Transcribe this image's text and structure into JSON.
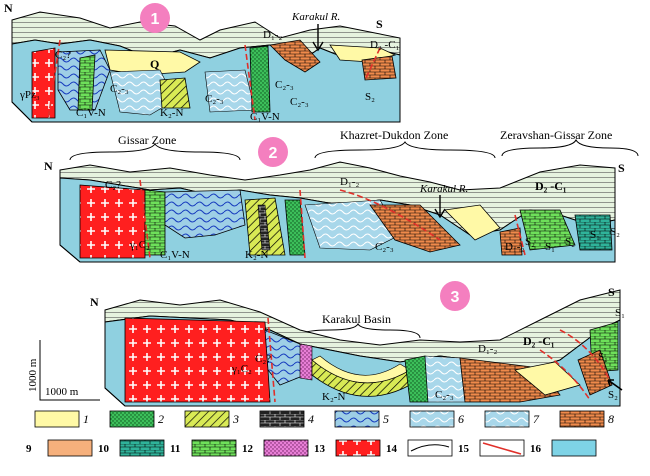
{
  "profiles": [
    {
      "badge": "1",
      "north": "N",
      "south": "S",
      "river": "Karakul R.",
      "labels": [
        "C₂?",
        "Q",
        "D₁-₂",
        "D₂ -C₁",
        "γPz₃",
        "C₂-₃",
        "C₁V-N",
        "K₂-N",
        "C₂-₃",
        "C₂-₃",
        "C₁V-N",
        "C₂-₃",
        "S₂"
      ]
    },
    {
      "badge": "2",
      "north": "N",
      "south": "S",
      "river": "Karakul R.",
      "zones": [
        "Gissar Zone",
        "Khazret-Dukdon Zone",
        "Zeravshan-Gissar Zone"
      ],
      "labels": [
        "C₂?",
        "γ₁C₂",
        "C₁V-N",
        "K₂-N",
        "D₁-₂",
        "C₂-₃",
        "D₁-₂",
        "D₂ -C₁",
        "S₂",
        "S₁",
        "S₂",
        "S₁",
        "S₂"
      ]
    },
    {
      "badge": "3",
      "north": "N",
      "south": "S",
      "basin": "Karakul Basin",
      "labels": [
        "γ₁C₂",
        "C₂?",
        "K₂-N",
        "C₂-₃",
        "D₁-₂",
        "D₂ -C₁",
        "S₁",
        "S₂",
        "S₁"
      ]
    }
  ],
  "scale": {
    "vertical": "1000 m",
    "horizontal": "1000 m"
  },
  "legend": [
    {
      "num": "1",
      "fill": "#fff9a6"
    },
    {
      "num": "2",
      "fill": "#3cbf5a"
    },
    {
      "num": "3",
      "fill": "#d9ea55"
    },
    {
      "num": "4",
      "fill": "#222222"
    },
    {
      "num": "5",
      "fill": "#9ecfe6"
    },
    {
      "num": "6",
      "fill": "#a8d7ea"
    },
    {
      "num": "7",
      "fill": "#a8d7ea"
    },
    {
      "num": "8",
      "fill": "#f08a4b"
    },
    {
      "num": "9",
      "fill": "#f6b07c"
    },
    {
      "num": "10",
      "fill": "#2fb39a"
    },
    {
      "num": "11",
      "fill": "#6ee05a"
    },
    {
      "num": "12",
      "fill": "#e87fd6"
    },
    {
      "num": "13",
      "fill": "#ff1f1f"
    },
    {
      "num": "14",
      "fill": "#ffffff"
    },
    {
      "num": "15",
      "fill": "#ffffff"
    },
    {
      "num": "16",
      "fill": "#7ed3e6"
    }
  ],
  "colors": {
    "badge": "#f47fbf",
    "basement": "#8fd0e0",
    "top_face": "#e6f3df",
    "fault": "#e0302a",
    "outline": "#000000"
  }
}
